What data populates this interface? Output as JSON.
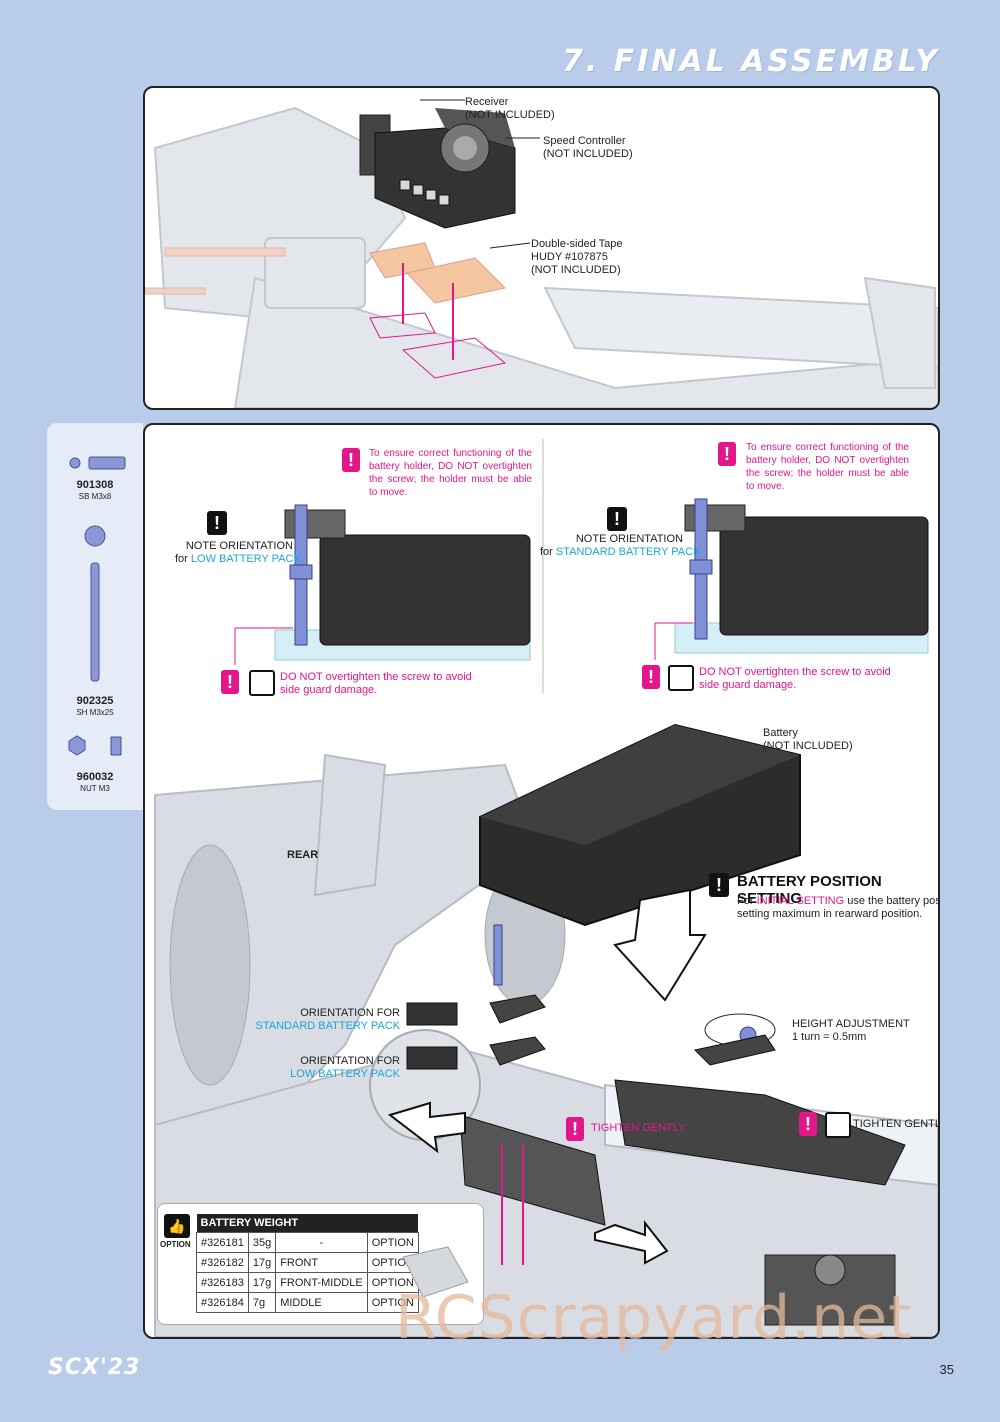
{
  "header": {
    "title": "7. FINAL ASSEMBLY"
  },
  "top_panel": {
    "receiver": [
      "Receiver",
      "(NOT INCLUDED)"
    ],
    "speed_controller": [
      "Speed Controller",
      "(NOT INCLUDED)"
    ],
    "tape": [
      "Double-sided Tape",
      "HUDY #107875",
      "(NOT INCLUDED)"
    ]
  },
  "parts": [
    {
      "code": "901308",
      "desc": "SB M3x8"
    },
    {
      "code": "902325",
      "desc": "SH M3x25"
    },
    {
      "code": "960032",
      "desc": "NUT M3"
    }
  ],
  "left_detail": {
    "warning": "To ensure correct functioning of the battery holder, DO NOT overtighten the screw; the holder must be able to move.",
    "note_line1": "NOTE ORIENTATION",
    "note_for": "for",
    "note_pack": "LOW BATTERY PACK",
    "bottom_warn_emph": "DO NOT",
    "bottom_warn_rest": "overtighten the screw to avoid",
    "bottom_warn_line2": "side guard damage."
  },
  "right_detail": {
    "warning": "To ensure correct functioning of the battery holder, DO NOT overtighten the screw; the holder must be able to move.",
    "note_line1": "NOTE ORIENTATION",
    "note_for": "for",
    "note_pack": "STANDARD BATTERY PACK",
    "bottom_warn_emph": "DO NOT",
    "bottom_warn_rest": "overtighten the screw to avoid",
    "bottom_warn_line2": "side guard damage."
  },
  "main": {
    "battery": [
      "Battery",
      "(NOT INCLUDED)"
    ],
    "rear": "REAR",
    "bps_title": "BATTERY POSITION SETTING",
    "bps_text_pre": "For",
    "bps_text_emph": "INITIAL SETTING",
    "bps_text_rest": "use the battery position",
    "bps_text_line2": "setting maximum in rearward position.",
    "orient_std_1": "ORIENTATION FOR",
    "orient_std_2": "STANDARD BATTERY PACK",
    "orient_low_1": "ORIENTATION FOR",
    "orient_low_2": "LOW BATTERY PACK",
    "height_1": "HEIGHT ADJUSTMENT",
    "height_2": "1 turn = 0.5mm",
    "tighten_a": "TIGHTEN GENTLY",
    "tighten_b": "TIGHTEN GENTLY"
  },
  "battery_weight": {
    "option_label": "OPTION",
    "header": "BATTERY WEIGHT",
    "rows": [
      [
        "#326181",
        "35g",
        "-",
        "OPTION"
      ],
      [
        "#326182",
        "17g",
        "FRONT",
        "OPTION"
      ],
      [
        "#326183",
        "17g",
        "FRONT-MIDDLE",
        "OPTION"
      ],
      [
        "#326184",
        "7g",
        "MIDDLE",
        "OPTION"
      ]
    ]
  },
  "footer": {
    "logo": "SCX'23",
    "page": "35",
    "watermark": "RCScrapyard.net"
  }
}
